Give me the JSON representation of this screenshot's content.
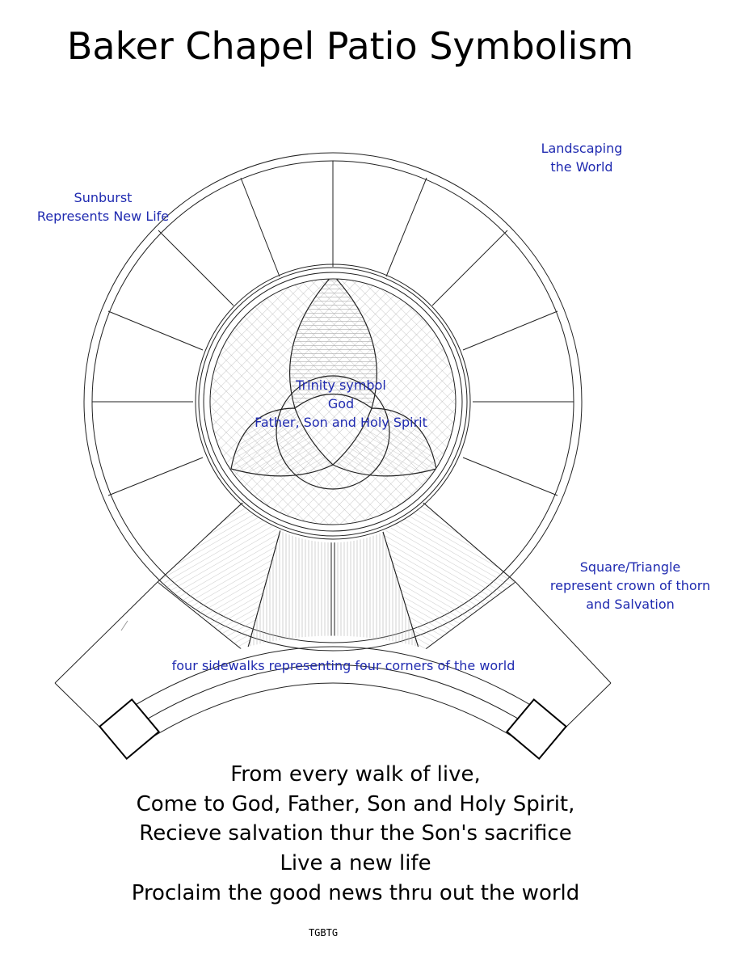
{
  "title": "Baker Chapel Patio Symbolism",
  "labels": {
    "landscaping": [
      "Landscaping",
      "the World"
    ],
    "sunburst": [
      "Sunburst",
      "Represents New Life"
    ],
    "trinity": [
      "Trinity symbol",
      "God",
      "Father, Son and Holy Spirit"
    ],
    "square_triangle": [
      "Square/Triangle",
      "represent crown of thorn",
      "and Salvation"
    ],
    "sidewalks": "four sidewalks representing four corners of the world"
  },
  "poem": [
    "From every walk of live,",
    "Come to God,  Father, Son and Holy Spirit,",
    "Recieve salvation thur the Son's sacrifice",
    "Live a new life",
    "Proclaim the good news thru out the world"
  ],
  "signature": "TGBTG",
  "colors": {
    "label": "#1f2ab0",
    "line": "#222222",
    "hatch": "#9a9a9a"
  }
}
